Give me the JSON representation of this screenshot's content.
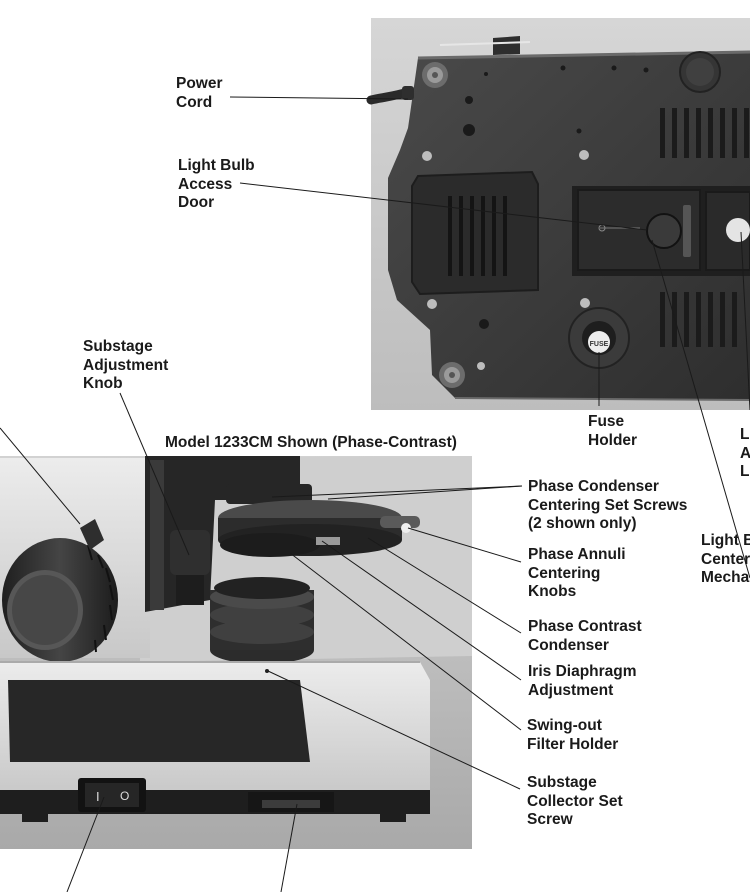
{
  "caption": "Model 1233CM Shown (Phase-Contrast)",
  "callouts": {
    "power_cord": [
      "Power",
      "Cord"
    ],
    "light_bulb_access_door": [
      "Light Bulb",
      "Access",
      "Door"
    ],
    "fuse_holder": [
      "Fuse",
      "Holder"
    ],
    "substage_adjustment_knob": [
      "Substage",
      "Adjustment",
      "Knob"
    ],
    "phase_condenser_screws": [
      "Phase Condenser",
      "Centering Set Screws",
      "(2 shown only)"
    ],
    "phase_annuli_knobs": [
      "Phase Annuli",
      "Centering",
      "Knobs"
    ],
    "phase_contrast_condenser": [
      "Phase Contrast",
      "Condenser"
    ],
    "iris_diaphragm_adjustment": [
      "Iris Diaphragm",
      "Adjustment"
    ],
    "swing_out_filter_holder": [
      "Swing-out",
      "Filter Holder"
    ],
    "substage_collector_screw": [
      "Substage",
      "Collector Set",
      "Screw"
    ],
    "cut_right_upper": [
      "L",
      "A",
      "L"
    ],
    "cut_right_lower": [
      "Light B",
      "Center",
      "Mecha"
    ]
  },
  "fuse_cap_text": "FUSE",
  "switch_symbols": [
    "I",
    "O"
  ],
  "colors": {
    "photo_bg": "#c9c9c9",
    "housing": "#3d3d3d",
    "housing_dark": "#262626",
    "white_body": "#dcdcdc",
    "leader": "#1a1a1a",
    "text": "#1a1a1a"
  }
}
